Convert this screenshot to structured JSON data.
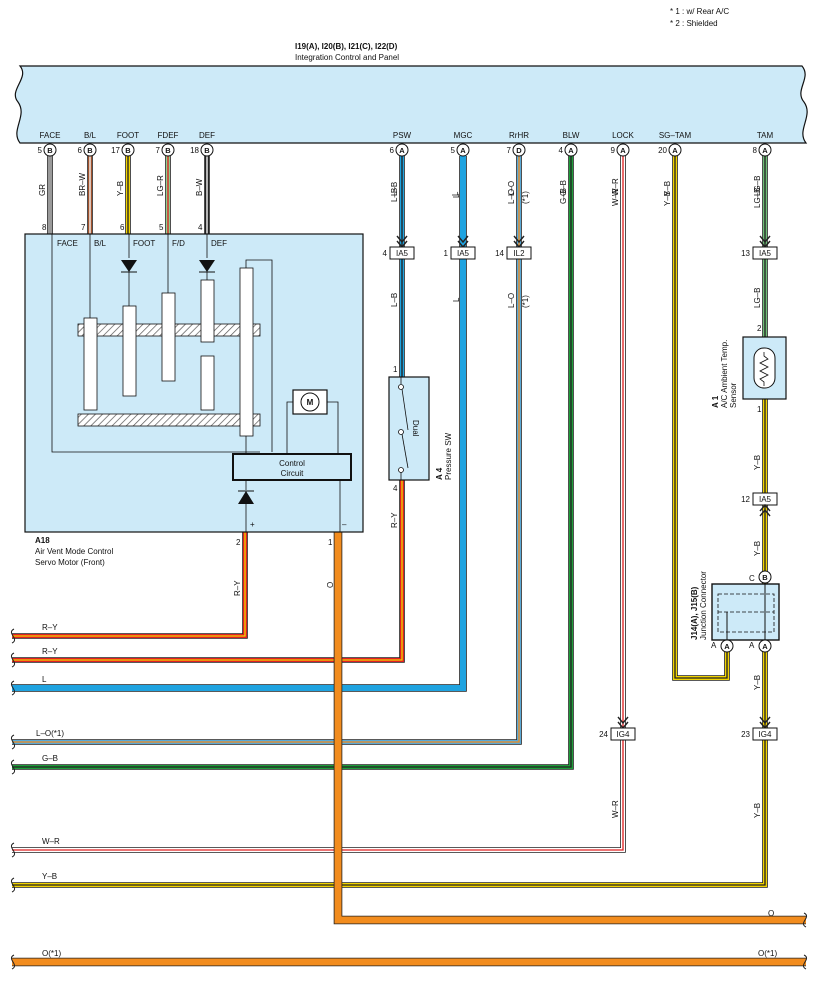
{
  "notes": [
    "* 1 : w/ Rear A/C",
    "* 2 : Shielded"
  ],
  "ecu": {
    "code": "I19(A), I20(B), I21(C), I22(D)",
    "name": "Integration Control and Panel",
    "pins": [
      {
        "label": "FACE",
        "num": "5",
        "conn": "B",
        "wire": "GR",
        "color": "#9a9a9a"
      },
      {
        "label": "B/L",
        "num": "6",
        "conn": "B",
        "wire": "BR–W",
        "color": "#a0522d"
      },
      {
        "label": "FOOT",
        "num": "17",
        "conn": "B",
        "wire": "Y–B",
        "color": "#f2d400"
      },
      {
        "label": "FDEF",
        "num": "7",
        "conn": "B",
        "wire": "LG–R",
        "color": "#7fbf7f"
      },
      {
        "label": "DEF",
        "num": "18",
        "conn": "B",
        "wire": "B–W",
        "color": "#222222"
      },
      {
        "label": "PSW",
        "num": "6",
        "conn": "A",
        "wire": "L–B",
        "color": "#1fa3e0"
      },
      {
        "label": "MGC",
        "num": "5",
        "conn": "A",
        "wire": "L",
        "color": "#1fa3e0"
      },
      {
        "label": "RrHR",
        "num": "7",
        "conn": "D",
        "wire": "L–O",
        "color": "#5aa9d6"
      },
      {
        "label": "BLW",
        "num": "4",
        "conn": "A",
        "wire": "G–B",
        "color": "#1e9e3a"
      },
      {
        "label": "LOCK",
        "num": "9",
        "conn": "A",
        "wire": "W–R",
        "color": "#c0392b"
      },
      {
        "label": "SG–TAM",
        "num": "20",
        "conn": "A",
        "wire": "Y–B",
        "color": "#f2d400"
      },
      {
        "label": "TAM",
        "num": "8",
        "conn": "A",
        "wire": "LG–B",
        "color": "#5fae6a"
      }
    ]
  },
  "servo": {
    "code": "A18",
    "name": "Air Vent Mode Control",
    "name2": "Servo Motor (Front)",
    "pins": [
      {
        "label": "FACE",
        "num": "8"
      },
      {
        "label": "B/L",
        "num": "7"
      },
      {
        "label": "FOOT",
        "num": "6"
      },
      {
        "label": "F/D",
        "num": "5"
      },
      {
        "label": "DEF",
        "num": "4"
      }
    ],
    "control_circuit_1": "Control",
    "control_circuit_2": "Circuit",
    "motor": "M",
    "plus": "+",
    "minus": "–",
    "pin_plus": "2",
    "pin_minus": "1",
    "wire_plus": "R–Y",
    "wire_minus": "O"
  },
  "connectors": {
    "psw_num": "4",
    "psw_name": "IA5",
    "mgc_num": "1",
    "mgc_name": "IA5",
    "rrhr_num": "14",
    "rrhr_name": "IL2",
    "tam_num": "13",
    "tam_name": "IA5",
    "sensor_out_num": "12",
    "sensor_out_name": "IA5",
    "lock_num": "24",
    "lock_name": "IG4",
    "jc_out_num": "23",
    "jc_out_name": "IG4"
  },
  "wire_labels": {
    "psw_upper": "L–B",
    "psw_lower": "L–B",
    "psw_sw_out": "R–Y",
    "mgc_upper": "L",
    "mgc_lower": "L",
    "rrhr_upper": "L–O",
    "rrhr_upper_note": "(*1)",
    "rrhr_lower": "L–O",
    "rrhr_lower_note": "(*1)",
    "blw": "G–B",
    "lock_upper": "W–R",
    "lock_lower": "W–R",
    "sgtam": "Y–B",
    "tam_upper": "LG–B",
    "tam_mid": "LG–B",
    "sensor_down": "Y–B",
    "jc_in": "Y–B",
    "jc_out": "Y–B",
    "jc_final": "Y–B"
  },
  "pressure_sw": {
    "code": "A 4",
    "name": "Pressure SW",
    "label": "Dual",
    "pin_top": "1",
    "pin_bottom": "4"
  },
  "sensor": {
    "code": "A 1",
    "name": "A/C Ambient Temp.",
    "name2": "Sensor",
    "pin_top": "2",
    "pin_bottom": "1"
  },
  "junction": {
    "code": "J14(A), J15(B)",
    "name": "Junction Connector",
    "pin_c": "C",
    "pin_b": "B",
    "pin_a1": "A",
    "pin_a2": "A"
  },
  "buses": [
    {
      "label": "R–Y",
      "color": "#e02020"
    },
    {
      "label": "R–Y",
      "color": "#e02020"
    },
    {
      "label": "L",
      "color": "#1fa3e0"
    },
    {
      "label": "L–O(*1)",
      "color": "#5aa9d6"
    },
    {
      "label": "G–B",
      "color": "#1e9e3a"
    },
    {
      "label": "W–R",
      "color": "#c0392b"
    },
    {
      "label": "Y–B",
      "color": "#f2d400"
    },
    {
      "label": "O",
      "color": "#f28c1e"
    },
    {
      "label": "O(*1)",
      "label_right": "O(*1)",
      "color": "#f28c1e"
    }
  ],
  "colors": {
    "panel_fill": "#cdeaf8",
    "stroke": "#111111",
    "orange": "#f28c1e",
    "yellow": "#f2d400",
    "red": "#e02020",
    "blue": "#1fa3e0",
    "green": "#1e9e3a"
  }
}
